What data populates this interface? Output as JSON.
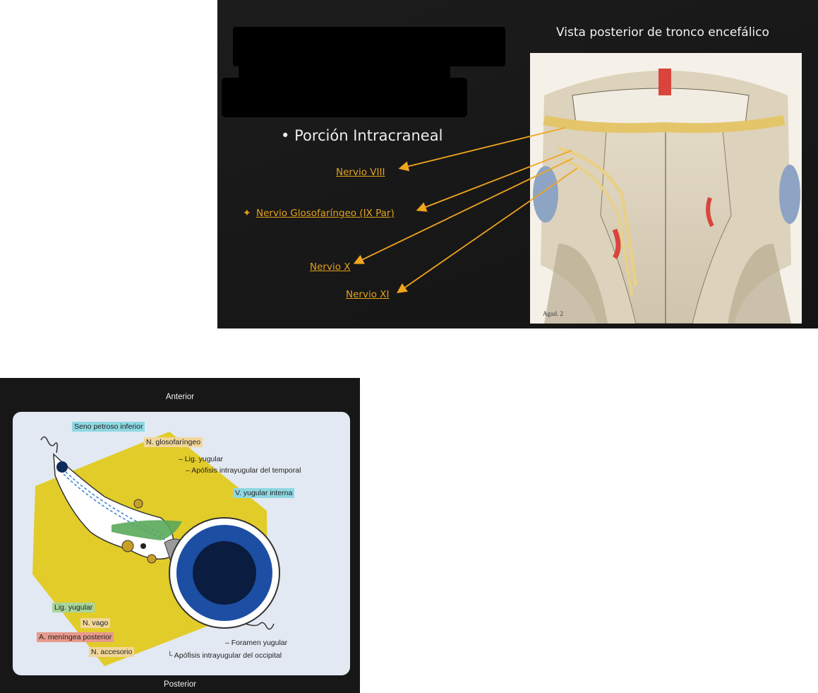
{
  "top_slide": {
    "heading": "Vista posterior de tronco encefálico",
    "bullet": "Porción Intracraneal",
    "star_icon": "star-icon",
    "links": {
      "viii": "Nervio VIII",
      "ix": "Nervio Glosofaríngeo (IX Par)",
      "x": "Nervio X",
      "xi": "Nervio XI"
    },
    "accent_color": "#e3a21a",
    "illustration_signature": "Agud. 2"
  },
  "bottom_slide": {
    "anterior": "Anterior",
    "posterior": "Posterior",
    "labels": {
      "seno_petroso": "Seno petroso inferior",
      "n_glosofaringeo": "N. glosofaríngeo",
      "lig_yugular_top": "Lig. yugular",
      "apofisis_temporal": "Apófisis intrayugular del temporal",
      "v_yugular": "V. yugular interna",
      "lig_yugular": "Lig. yugular",
      "n_vago": "N. vago",
      "a_meningea": "A. meníngea posterior",
      "n_accesorio": "N. accesorio",
      "foramen": "Foramen yugular",
      "apofisis_occipital": "Apófisis intrayugular del occipital"
    }
  }
}
